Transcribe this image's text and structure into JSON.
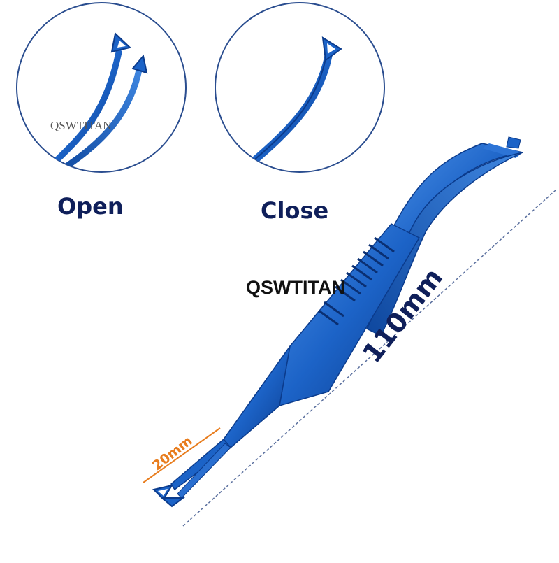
{
  "labels": {
    "open": "Open",
    "close": "Close",
    "watermark_center": "QSWTITAN",
    "watermark_circle": "QSWTITAN",
    "total_length": "110mm",
    "tip_length": "20mm"
  },
  "colors": {
    "instrument_blue": "#1c63c7",
    "instrument_dark": "#0b3b8c",
    "label_navy": "#0f1f5a",
    "dimension_orange": "#e87d1e",
    "circle_border": "#2a4d8f"
  }
}
